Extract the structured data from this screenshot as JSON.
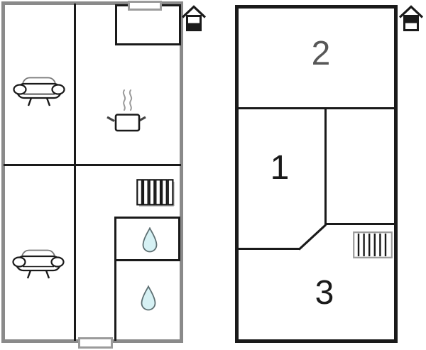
{
  "left_plan": {
    "level_indicator_icon": "house-ground-floor-icon",
    "furniture_icons": [
      "sofa-icon",
      "sofa-icon",
      "steaming-pot-icon",
      "radiator-icon",
      "water-drop-icon",
      "water-drop-icon"
    ],
    "opening_markers": [
      "window-marker-top",
      "door-marker-bottom"
    ]
  },
  "right_plan": {
    "level_indicator_icon": "house-upper-floor-icon",
    "furniture_icons": [
      "radiator-icon"
    ],
    "rooms": [
      {
        "label": "1"
      },
      {
        "label": "2"
      },
      {
        "label": "3"
      }
    ]
  },
  "colors": {
    "wall": "#1a1a1a",
    "outline-gray": "#8a8a8a",
    "marker-gray": "#9b9b9b",
    "sofa-back-stroke": "#777777",
    "steam-gray": "#9b9b9b",
    "drop-fill": "#d6f1f4",
    "drop-stroke": "#5d6f72",
    "label-dark": "#1a1a1a",
    "label-gray": "#575757"
  }
}
